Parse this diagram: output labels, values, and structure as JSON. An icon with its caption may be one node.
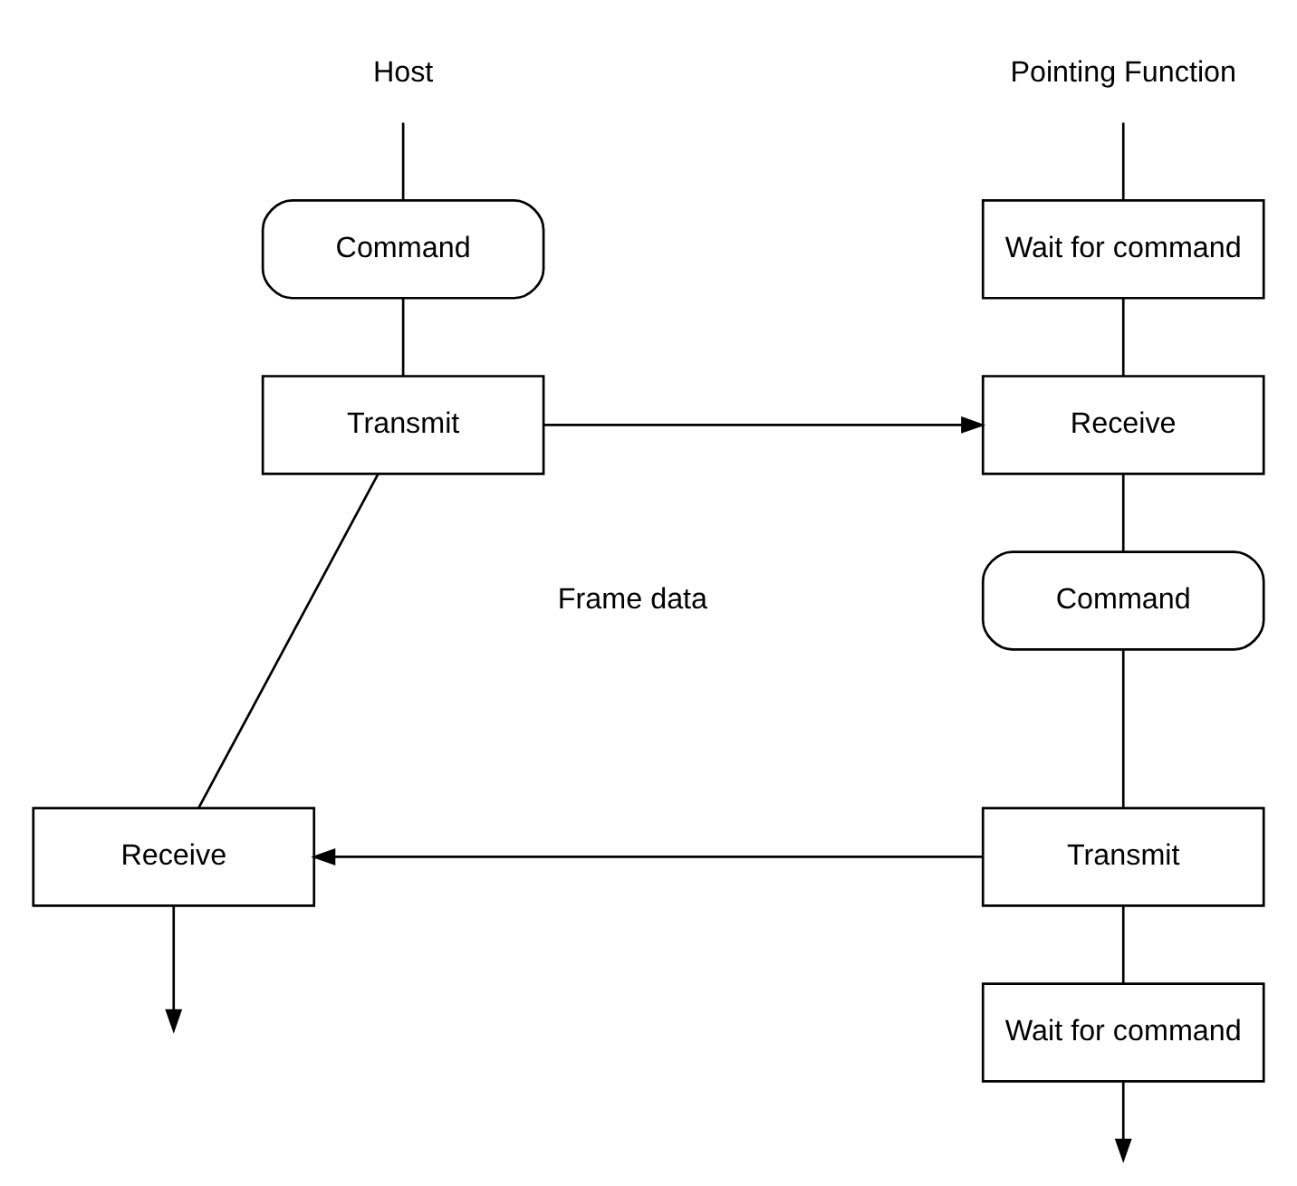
{
  "diagram": {
    "nodes": [
      {
        "text": [
          "Host"
        ]
      },
      {
        "text": [
          "Command"
        ]
      },
      {
        "text": [
          "Transmit"
        ]
      },
      {
        "text": [
          "Receive"
        ]
      },
      {
        "text": [
          "Pointing Function"
        ]
      },
      {
        "text": [
          "Wait for command"
        ]
      },
      {
        "text": [
          "Receive"
        ]
      },
      {
        "text": [
          "Command"
        ]
      },
      {
        "text": [
          "Transmit"
        ]
      },
      {
        "text": [
          "Wait for command"
        ]
      }
    ],
    "edges": [
      {
        "from": 0,
        "to": 1,
        "arrow": "none"
      },
      {
        "from": 1,
        "to": 2,
        "arrow": "none"
      },
      {
        "from": 2,
        "to": 3,
        "arrow": "none"
      },
      {
        "from": 3,
        "to": null,
        "arrow": "to"
      },
      {
        "from": 2,
        "to": 6,
        "arrow": "to"
      },
      {
        "from": 4,
        "to": 5,
        "arrow": "none"
      },
      {
        "from": 5,
        "to": 6,
        "arrow": "none"
      },
      {
        "from": 6,
        "to": 7,
        "arrow": "none"
      },
      {
        "from": 7,
        "to": 8,
        "arrow": "none"
      },
      {
        "from": 8,
        "to": 3,
        "arrow": "to"
      },
      {
        "from": 8,
        "to": 9,
        "arrow": "none"
      },
      {
        "from": 9,
        "to": null,
        "arrow": "to"
      }
    ],
    "labels": [
      "Frame data"
    ]
  }
}
